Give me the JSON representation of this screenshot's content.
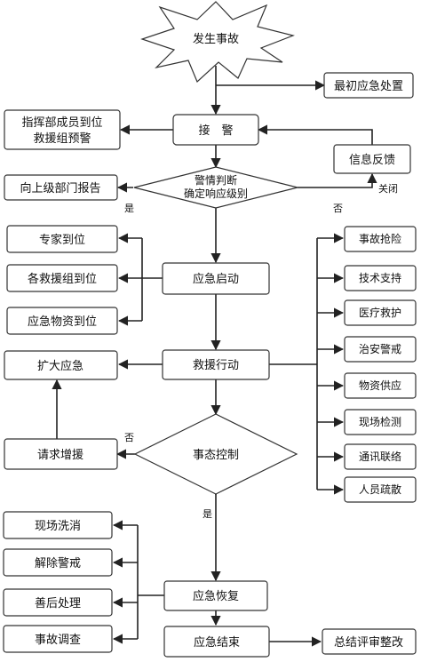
{
  "nodes": {
    "start": "发生事故",
    "initial": "最初应急处置",
    "receive": "接　警",
    "commander": [
      "指挥部成员到位",
      "救援组预警"
    ],
    "feedback": "信息反馈",
    "judge": [
      "警情判断",
      "确定响应级别"
    ],
    "report_up": "向上级部门报告",
    "experts": "专家到位",
    "rescue_groups": "各救援组到位",
    "supplies_ready": "应急物资到位",
    "activate": "应急启动",
    "expand": "扩大应急",
    "rescue": "救援行动",
    "request": "请求增援",
    "control": "事态控制",
    "recover": "应急恢复",
    "end": "应急结束",
    "summary": "总结评审整改",
    "left_after": [
      "现场洗消",
      "解除警戒",
      "善后处理",
      "事故调查"
    ],
    "right_actions": [
      "事故抢险",
      "技术支持",
      "医疗救护",
      "治安警戒",
      "物资供应",
      "现场检测",
      "通讯联络",
      "人员疏散"
    ]
  },
  "labels": {
    "yes_judge": "是",
    "no_judge": "否",
    "close": "关闭",
    "no_control": "否",
    "yes_control": "是"
  }
}
